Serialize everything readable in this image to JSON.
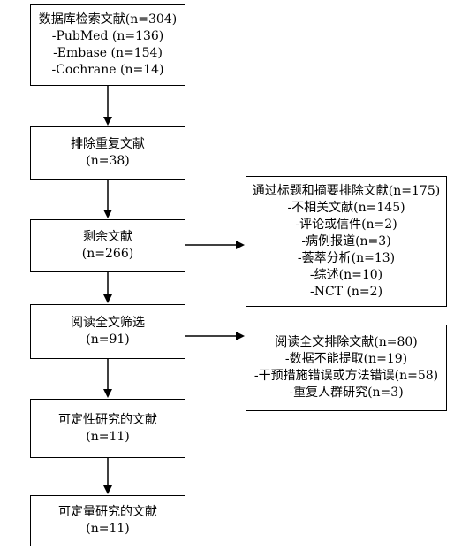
{
  "boxes": {
    "search": {
      "title": "数据库检索文献(n=304)",
      "lines": [
        "-PubMed (n=136)",
        "-Embase (n=154)",
        "-Cochrane (n=14)"
      ]
    },
    "dedup": {
      "title": "排除重复文献",
      "count": "(n=38)"
    },
    "remaining": {
      "title": "剩余文献",
      "count": "(n=266)"
    },
    "fulltext": {
      "title": "阅读全文筛选",
      "count": "(n=91)"
    },
    "qualitative": {
      "title": "可定性研究的文献",
      "count": "(n=11)"
    },
    "quantitative": {
      "title": "可定量研究的文献",
      "count": "(n=11)"
    },
    "exclusion1": {
      "title": "通过标题和摘要排除文献(n=175)",
      "lines": [
        "-不相关文献(n=145)",
        "-评论或信件(n=2)",
        "-病例报道(n=3)",
        "-荟萃分析(n=13)",
        "-综述(n=10)",
        "-NCT (n=2)"
      ]
    },
    "exclusion2": {
      "title": "阅读全文排除文献(n=80)",
      "lines": [
        "-数据不能提取(n=19)",
        "-干预措施错误或方法错误(n=58)",
        "-重复人群研究(n=3)"
      ]
    }
  }
}
